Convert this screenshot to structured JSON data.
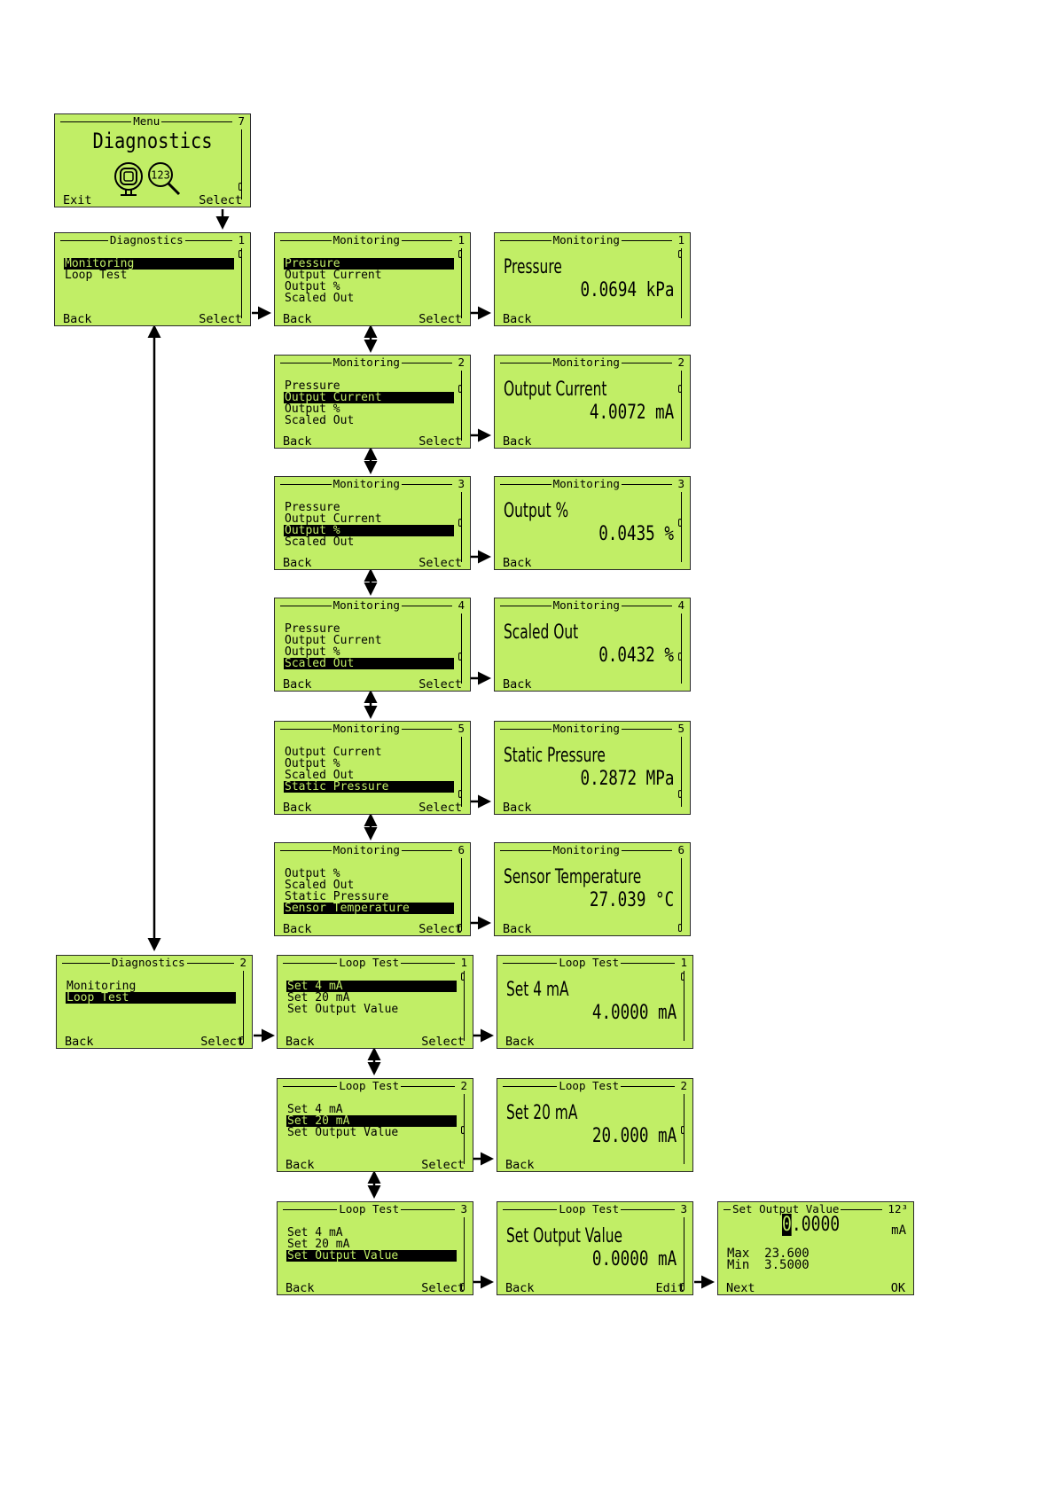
{
  "screens": {
    "menu": {
      "title": "Menu",
      "num": "7",
      "heading": "Diagnostics",
      "left": "Exit",
      "right": "Select"
    },
    "diag1": {
      "title": "Diagnostics",
      "num": "1",
      "items": [
        "Monitoring",
        "Loop Test"
      ],
      "selected": 0,
      "left": "Back",
      "right": "Select"
    },
    "diag2": {
      "title": "Diagnostics",
      "num": "2",
      "items": [
        "Monitoring",
        "Loop Test"
      ],
      "selected": 1,
      "left": "Back",
      "right": "Select"
    },
    "mon1": {
      "title": "Monitoring",
      "num": "1",
      "items": [
        "Pressure",
        "Output Current",
        "Output %",
        "Scaled Out"
      ],
      "selected": 0,
      "left": "Back",
      "right": "Select"
    },
    "mon2": {
      "title": "Monitoring",
      "num": "2",
      "items": [
        "Pressure",
        "Output Current",
        "Output %",
        "Scaled Out"
      ],
      "selected": 1,
      "left": "Back",
      "right": "Select"
    },
    "mon3": {
      "title": "Monitoring",
      "num": "3",
      "items": [
        "Pressure",
        "Output Current",
        "Output %",
        "Scaled Out"
      ],
      "selected": 2,
      "left": "Back",
      "right": "Select"
    },
    "mon4": {
      "title": "Monitoring",
      "num": "4",
      "items": [
        "Pressure",
        "Output Current",
        "Output %",
        "Scaled Out"
      ],
      "selected": 3,
      "left": "Back",
      "right": "Select"
    },
    "mon5": {
      "title": "Monitoring",
      "num": "5",
      "items": [
        "Output Current",
        "Output %",
        "Scaled Out",
        "Static Pressure"
      ],
      "selected": 3,
      "left": "Back",
      "right": "Select"
    },
    "mon6": {
      "title": "Monitoring",
      "num": "6",
      "items": [
        "Output %",
        "Scaled Out",
        "Static Pressure",
        "Sensor Temperature"
      ],
      "selected": 3,
      "left": "Back",
      "right": "Select"
    },
    "val1": {
      "title": "Monitoring",
      "num": "1",
      "label": "Pressure",
      "value": "0.0694 kPa",
      "left": "Back"
    },
    "val2": {
      "title": "Monitoring",
      "num": "2",
      "label": "Output Current",
      "value": "4.0072 mA",
      "left": "Back"
    },
    "val3": {
      "title": "Monitoring",
      "num": "3",
      "label": "Output %",
      "value": "0.0435 %",
      "left": "Back"
    },
    "val4": {
      "title": "Monitoring",
      "num": "4",
      "label": "Scaled Out",
      "value": "0.0432 %",
      "left": "Back"
    },
    "val5": {
      "title": "Monitoring",
      "num": "5",
      "label": "Static Pressure",
      "value": "0.2872 MPa",
      "left": "Back"
    },
    "val6": {
      "title": "Monitoring",
      "num": "6",
      "label": "Sensor Temperature",
      "value": "27.039 °C",
      "left": "Back"
    },
    "loop1": {
      "title": "Loop Test",
      "num": "1",
      "items": [
        "Set 4 mA",
        "Set 20 mA",
        "Set Output Value"
      ],
      "selected": 0,
      "left": "Back",
      "right": "Select"
    },
    "loop2": {
      "title": "Loop Test",
      "num": "2",
      "items": [
        "Set 4 mA",
        "Set 20 mA",
        "Set Output Value"
      ],
      "selected": 1,
      "left": "Back",
      "right": "Select"
    },
    "loop3": {
      "title": "Loop Test",
      "num": "3",
      "items": [
        "Set 4 mA",
        "Set 20 mA",
        "Set Output Value"
      ],
      "selected": 2,
      "left": "Back",
      "right": "Select"
    },
    "lval1": {
      "title": "Loop Test",
      "num": "1",
      "label": "Set 4 mA",
      "value": "4.0000 mA",
      "left": "Back"
    },
    "lval2": {
      "title": "Loop Test",
      "num": "2",
      "label": "Set 20 mA",
      "value": "20.000 mA",
      "left": "Back"
    },
    "lval3": {
      "title": "Loop Test",
      "num": "3",
      "label": "Set Output Value",
      "value": "0.0000 mA",
      "left": "Back",
      "right": "Edit"
    },
    "setout": {
      "title": "Set Output Value",
      "num": "12³",
      "cursor_digit": "0",
      "value_rest": ".0000",
      "unit": "mA",
      "max_label": "Max",
      "max": "23.600",
      "min_label": "Min",
      "min": "3.5000",
      "left": "Next",
      "right": "OK"
    }
  },
  "colors": {
    "lcd": "#c1ee66",
    "frame": "#2a2a2a",
    "text": "#000000"
  }
}
